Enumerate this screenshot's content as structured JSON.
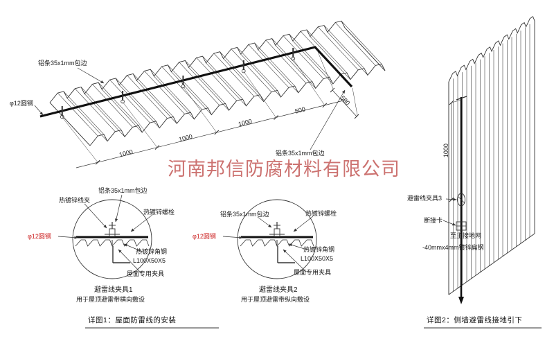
{
  "watermark": "河南邦信防腐材料有限公司",
  "colors": {
    "accent_red": "#cc2222",
    "watermark_red": "#c0504d",
    "line": "#333333"
  },
  "fig1": {
    "caption": "详图1：屋面防雷线的安装",
    "roof": {
      "edge_label_top": "铝条35x1mm包边",
      "edge_label_bottom": "铝条35x1mm包边",
      "rod_label": "φ12圆钢",
      "dims": [
        "1000",
        "1000",
        "1000",
        "500",
        "500"
      ]
    },
    "detail1": {
      "title": "避雷线夹具1",
      "subtitle": "用于屋顶避雷带横向敷设",
      "labels": {
        "wire_clamp": "热镀锌线夹",
        "edge": "铝条35x1mm包边",
        "bolt": "热镀锌螺栓",
        "rod": "φ12圆钢",
        "angle_steel": "热镀锌角钢",
        "angle_size": "L100X50X5",
        "roof_fixture": "屋面专用夹具"
      }
    },
    "detail2": {
      "title": "避雷线夹具2",
      "subtitle": "用于屋顶避雷带纵向敷设",
      "labels": {
        "edge": "铝条35x1mm包边",
        "bolt": "热镀锌螺栓",
        "rod": "φ12圆钢",
        "angle_steel": "热镀锌角钢",
        "angle_size": "L100X50X5",
        "roof_fixture": "屋面专用夹具"
      }
    }
  },
  "fig2": {
    "caption": "详图2：侧墙避雷线接地引下",
    "dim": "1000",
    "labels": {
      "clamp3": "避雷线夹具3",
      "disconnect": "断接卡",
      "to_ground": "至主接地网",
      "flat_steel": "-40mmx4mm镀锌扁钢"
    }
  }
}
